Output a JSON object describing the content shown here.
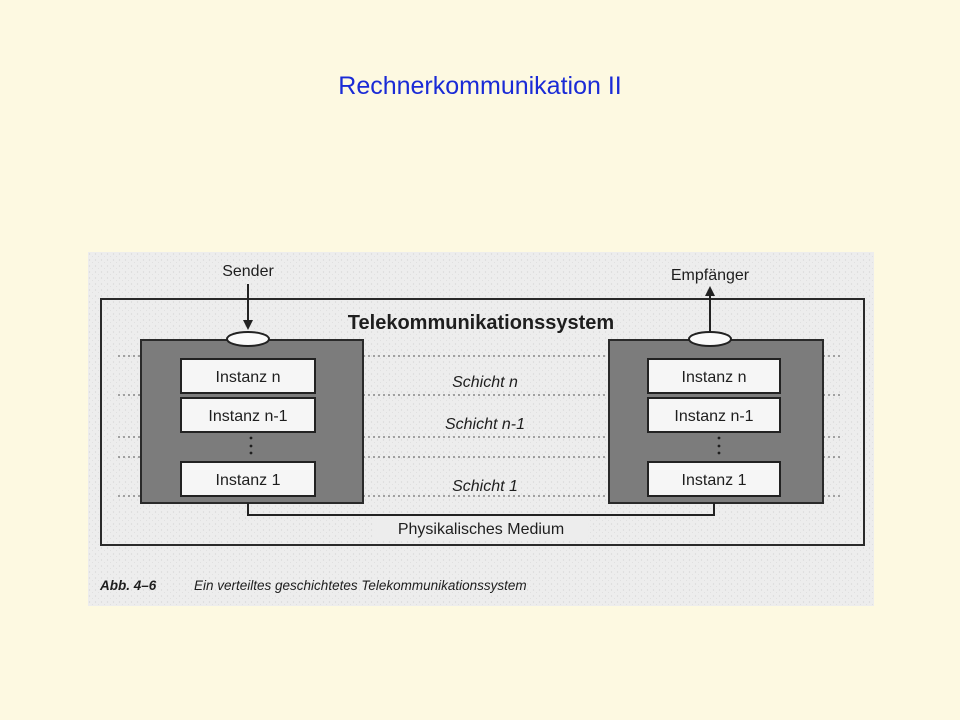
{
  "slide": {
    "title": "Rechnerkommunikation II"
  },
  "diagram": {
    "system_title": "Telekommunikationssystem",
    "sender_label": "Sender",
    "receiver_label": "Empfänger",
    "left_stack": [
      "Instanz n",
      "Instanz n-1",
      "Instanz 1"
    ],
    "right_stack": [
      "Instanz n",
      "Instanz n-1",
      "Instanz 1"
    ],
    "layers": [
      "Schicht n",
      "Schicht n-1",
      "Schicht 1"
    ],
    "medium_label": "Physikalisches Medium",
    "caption_number": "Abb. 4–6",
    "caption_text": "Ein verteiltes geschichtetes Telekommunikationssystem"
  },
  "colors": {
    "title": "#1a2bd6",
    "slide_background": "#fdf9e1",
    "stack_fill": "#7c7c7c"
  }
}
